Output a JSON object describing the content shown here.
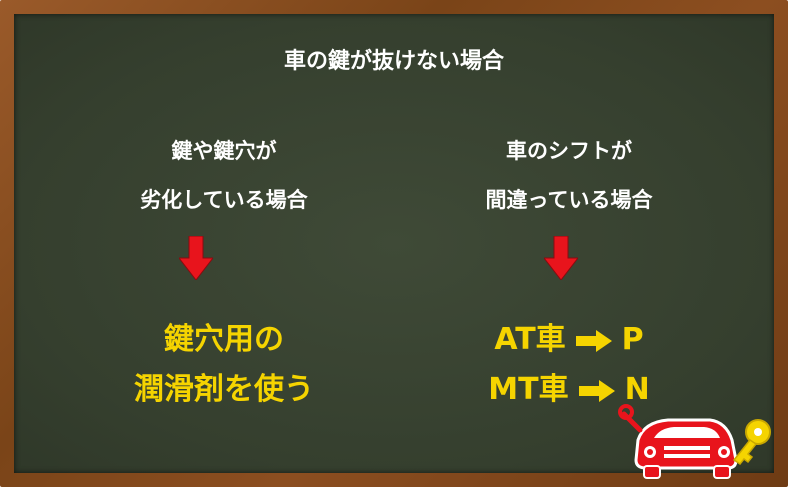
{
  "title": "車の鍵が抜けない場合",
  "left": {
    "line1": "鍵や鍵穴が",
    "line2": "劣化している場合",
    "solution1": "鍵穴用の",
    "solution2": "潤滑剤を使う"
  },
  "right": {
    "line1": "車のシフトが",
    "line2": "間違っている場合",
    "at_label": "AT車",
    "at_target": "P",
    "mt_label": "MT車",
    "mt_target": "N"
  },
  "colors": {
    "board": "#353f2e",
    "frame": "#8c4e20",
    "highlight": "#f5d400",
    "arrow": "#e8141c"
  },
  "icons": {
    "down_arrow": "red-down-arrow-icon",
    "right_arrow": "yellow-right-arrow-icon",
    "logo": "car-key-mascot-icon"
  }
}
